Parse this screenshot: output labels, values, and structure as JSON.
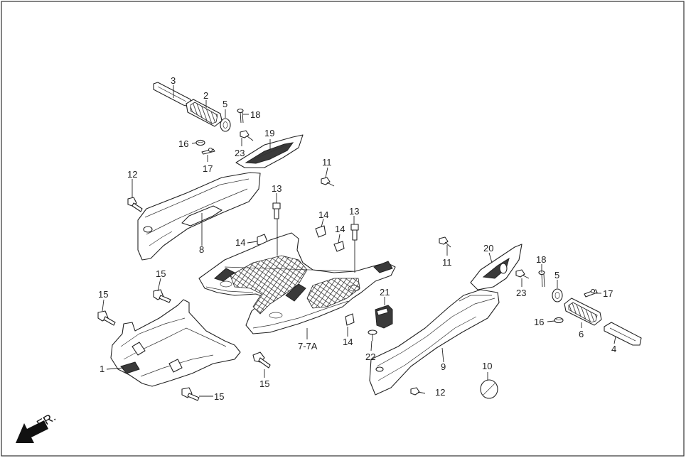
{
  "labels": {
    "l1": "1",
    "l2": "2",
    "l3": "3",
    "l4": "4",
    "l5a": "5",
    "l5b": "5",
    "l6": "6",
    "l77a": "7-7A",
    "l8": "8",
    "l9": "9",
    "l10": "10",
    "l11a": "11",
    "l11b": "11",
    "l12a": "12",
    "l12b": "12",
    "l13a": "13",
    "l13b": "13",
    "l14a": "14",
    "l14b": "14",
    "l14c": "14",
    "l14d": "14",
    "l15a": "15",
    "l15b": "15",
    "l15c": "15",
    "l15d": "15",
    "l16a": "16",
    "l16b": "16",
    "l17a": "17",
    "l17b": "17",
    "l18a": "18",
    "l18b": "18",
    "l19": "19",
    "l20": "20",
    "l21": "21",
    "l22": "22",
    "l23a": "23",
    "l23b": "23"
  },
  "direction": "FR."
}
